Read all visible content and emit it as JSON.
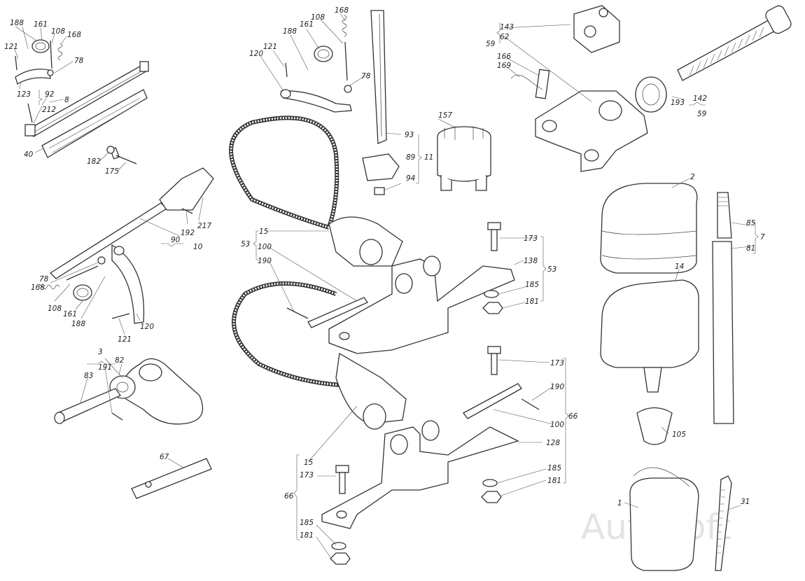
{
  "watermark": "AutoSoft",
  "labels": {
    "l188a": "188",
    "l161a": "161",
    "l108a": "108",
    "l168a": "168",
    "l121a": "121",
    "l78a": "78",
    "l123": "123",
    "l92": "92",
    "l8": "8",
    "l212": "212",
    "l40": "40",
    "l182": "182",
    "l175": "175",
    "l168b": "168",
    "l108b": "108",
    "l161b": "161",
    "l188b": "188",
    "l121b": "121",
    "l120a": "120",
    "l78b": "78",
    "l93": "93",
    "l89": "89",
    "l11": "11",
    "l94": "94",
    "l157": "157",
    "l143": "143",
    "l62": "62",
    "l59a": "59",
    "l166": "166",
    "l169": "169",
    "l142": "142",
    "l193": "193",
    "l59b": "59",
    "l90": "90",
    "l192": "192",
    "l217": "217",
    "l10": "10",
    "l15a": "15",
    "l53a": "53",
    "l100a": "100",
    "l190a": "190",
    "l173a": "173",
    "l138": "138",
    "l53b": "53",
    "l185a": "185",
    "l181a": "181",
    "l78c": "78",
    "l168c": "168",
    "l108c": "108",
    "l161c": "161",
    "l188c": "188",
    "l121c": "121",
    "l120b": "120",
    "l3": "3",
    "l191": "191",
    "l82": "82",
    "l83": "83",
    "l67": "67",
    "l2": "2",
    "l85": "85",
    "l7": "7",
    "l81": "81",
    "l14": "14",
    "l105": "105",
    "l1": "1",
    "l31": "31",
    "l173b": "173",
    "l190b": "190",
    "l100b": "100",
    "l66a": "66",
    "l128": "128",
    "l185b": "185",
    "l181b": "181",
    "l15b": "15",
    "l173c": "173",
    "l66b": "66",
    "l185c": "185",
    "l181c": "181"
  }
}
